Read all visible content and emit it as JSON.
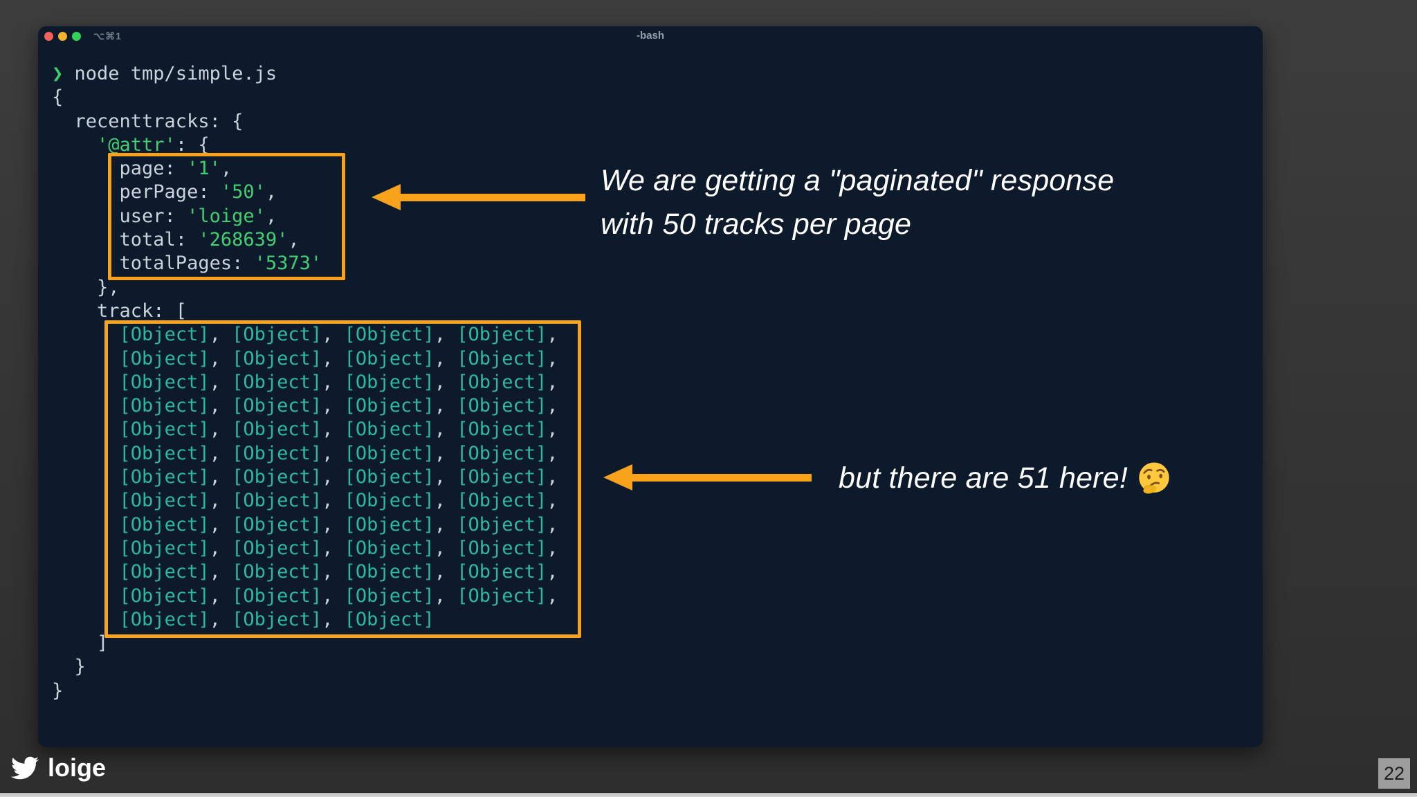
{
  "colors": {
    "accent_orange": "#F9A21B",
    "terminal_background": "#0C1A2B",
    "slide_background": "#343434",
    "code_plain": "#CBD3DD",
    "code_string_green": "#41CF72",
    "code_object_teal": "#2CB9A3",
    "traffic_red": "#F4605A",
    "traffic_yellow": "#F3B32E",
    "traffic_green": "#33D158"
  },
  "terminal": {
    "tab_shortcut": "⌥⌘1",
    "title": "-bash",
    "prompt_symbol": "❯",
    "command": "node tmp/simple.js",
    "code_lines": [
      [
        [
          "g",
          "❯ "
        ],
        [
          "p",
          "node tmp/simple.js"
        ]
      ],
      [
        [
          "p",
          "{"
        ]
      ],
      [
        [
          "p",
          "  recenttracks: {"
        ]
      ],
      [
        [
          "p",
          "    "
        ],
        [
          "s",
          "'@attr'"
        ],
        [
          "p",
          ": {"
        ]
      ],
      [
        [
          "p",
          "      page: "
        ],
        [
          "s",
          "'1'"
        ],
        [
          "p",
          ","
        ]
      ],
      [
        [
          "p",
          "      perPage: "
        ],
        [
          "s",
          "'50'"
        ],
        [
          "p",
          ","
        ]
      ],
      [
        [
          "p",
          "      user: "
        ],
        [
          "s",
          "'loige'"
        ],
        [
          "p",
          ","
        ]
      ],
      [
        [
          "p",
          "      total: "
        ],
        [
          "s",
          "'268639'"
        ],
        [
          "p",
          ","
        ]
      ],
      [
        [
          "p",
          "      totalPages: "
        ],
        [
          "s",
          "'5373'"
        ]
      ],
      [
        [
          "p",
          "    },"
        ]
      ],
      [
        [
          "p",
          "    track: ["
        ]
      ],
      [
        [
          "p",
          "      "
        ],
        [
          "o",
          "[Object]"
        ],
        [
          "p",
          ", "
        ],
        [
          "o",
          "[Object]"
        ],
        [
          "p",
          ", "
        ],
        [
          "o",
          "[Object]"
        ],
        [
          "p",
          ", "
        ],
        [
          "o",
          "[Object]"
        ],
        [
          "p",
          ","
        ]
      ],
      [
        [
          "p",
          "      "
        ],
        [
          "o",
          "[Object]"
        ],
        [
          "p",
          ", "
        ],
        [
          "o",
          "[Object]"
        ],
        [
          "p",
          ", "
        ],
        [
          "o",
          "[Object]"
        ],
        [
          "p",
          ", "
        ],
        [
          "o",
          "[Object]"
        ],
        [
          "p",
          ","
        ]
      ],
      [
        [
          "p",
          "      "
        ],
        [
          "o",
          "[Object]"
        ],
        [
          "p",
          ", "
        ],
        [
          "o",
          "[Object]"
        ],
        [
          "p",
          ", "
        ],
        [
          "o",
          "[Object]"
        ],
        [
          "p",
          ", "
        ],
        [
          "o",
          "[Object]"
        ],
        [
          "p",
          ","
        ]
      ],
      [
        [
          "p",
          "      "
        ],
        [
          "o",
          "[Object]"
        ],
        [
          "p",
          ", "
        ],
        [
          "o",
          "[Object]"
        ],
        [
          "p",
          ", "
        ],
        [
          "o",
          "[Object]"
        ],
        [
          "p",
          ", "
        ],
        [
          "o",
          "[Object]"
        ],
        [
          "p",
          ","
        ]
      ],
      [
        [
          "p",
          "      "
        ],
        [
          "o",
          "[Object]"
        ],
        [
          "p",
          ", "
        ],
        [
          "o",
          "[Object]"
        ],
        [
          "p",
          ", "
        ],
        [
          "o",
          "[Object]"
        ],
        [
          "p",
          ", "
        ],
        [
          "o",
          "[Object]"
        ],
        [
          "p",
          ","
        ]
      ],
      [
        [
          "p",
          "      "
        ],
        [
          "o",
          "[Object]"
        ],
        [
          "p",
          ", "
        ],
        [
          "o",
          "[Object]"
        ],
        [
          "p",
          ", "
        ],
        [
          "o",
          "[Object]"
        ],
        [
          "p",
          ", "
        ],
        [
          "o",
          "[Object]"
        ],
        [
          "p",
          ","
        ]
      ],
      [
        [
          "p",
          "      "
        ],
        [
          "o",
          "[Object]"
        ],
        [
          "p",
          ", "
        ],
        [
          "o",
          "[Object]"
        ],
        [
          "p",
          ", "
        ],
        [
          "o",
          "[Object]"
        ],
        [
          "p",
          ", "
        ],
        [
          "o",
          "[Object]"
        ],
        [
          "p",
          ","
        ]
      ],
      [
        [
          "p",
          "      "
        ],
        [
          "o",
          "[Object]"
        ],
        [
          "p",
          ", "
        ],
        [
          "o",
          "[Object]"
        ],
        [
          "p",
          ", "
        ],
        [
          "o",
          "[Object]"
        ],
        [
          "p",
          ", "
        ],
        [
          "o",
          "[Object]"
        ],
        [
          "p",
          ","
        ]
      ],
      [
        [
          "p",
          "      "
        ],
        [
          "o",
          "[Object]"
        ],
        [
          "p",
          ", "
        ],
        [
          "o",
          "[Object]"
        ],
        [
          "p",
          ", "
        ],
        [
          "o",
          "[Object]"
        ],
        [
          "p",
          ", "
        ],
        [
          "o",
          "[Object]"
        ],
        [
          "p",
          ","
        ]
      ],
      [
        [
          "p",
          "      "
        ],
        [
          "o",
          "[Object]"
        ],
        [
          "p",
          ", "
        ],
        [
          "o",
          "[Object]"
        ],
        [
          "p",
          ", "
        ],
        [
          "o",
          "[Object]"
        ],
        [
          "p",
          ", "
        ],
        [
          "o",
          "[Object]"
        ],
        [
          "p",
          ","
        ]
      ],
      [
        [
          "p",
          "      "
        ],
        [
          "o",
          "[Object]"
        ],
        [
          "p",
          ", "
        ],
        [
          "o",
          "[Object]"
        ],
        [
          "p",
          ", "
        ],
        [
          "o",
          "[Object]"
        ],
        [
          "p",
          ", "
        ],
        [
          "o",
          "[Object]"
        ],
        [
          "p",
          ","
        ]
      ],
      [
        [
          "p",
          "      "
        ],
        [
          "o",
          "[Object]"
        ],
        [
          "p",
          ", "
        ],
        [
          "o",
          "[Object]"
        ],
        [
          "p",
          ", "
        ],
        [
          "o",
          "[Object]"
        ],
        [
          "p",
          ", "
        ],
        [
          "o",
          "[Object]"
        ],
        [
          "p",
          ","
        ]
      ],
      [
        [
          "p",
          "      "
        ],
        [
          "o",
          "[Object]"
        ],
        [
          "p",
          ", "
        ],
        [
          "o",
          "[Object]"
        ],
        [
          "p",
          ", "
        ],
        [
          "o",
          "[Object]"
        ]
      ],
      [
        [
          "p",
          "    ]"
        ]
      ],
      [
        [
          "p",
          "  }"
        ]
      ],
      [
        [
          "p",
          "}"
        ]
      ]
    ],
    "attr_values": {
      "page": "1",
      "perPage": "50",
      "user": "loige",
      "total": "268639",
      "totalPages": "5373"
    },
    "track_object_count": 51
  },
  "annotations": {
    "paginated": {
      "line1": "We are getting a \"paginated\" response",
      "line2": "with 50 tracks per page"
    },
    "fifty_one": {
      "text": "but there are 51 here!",
      "emoji": "thinking-face"
    }
  },
  "footer": {
    "twitter_handle": "loige",
    "page_number": "22"
  }
}
